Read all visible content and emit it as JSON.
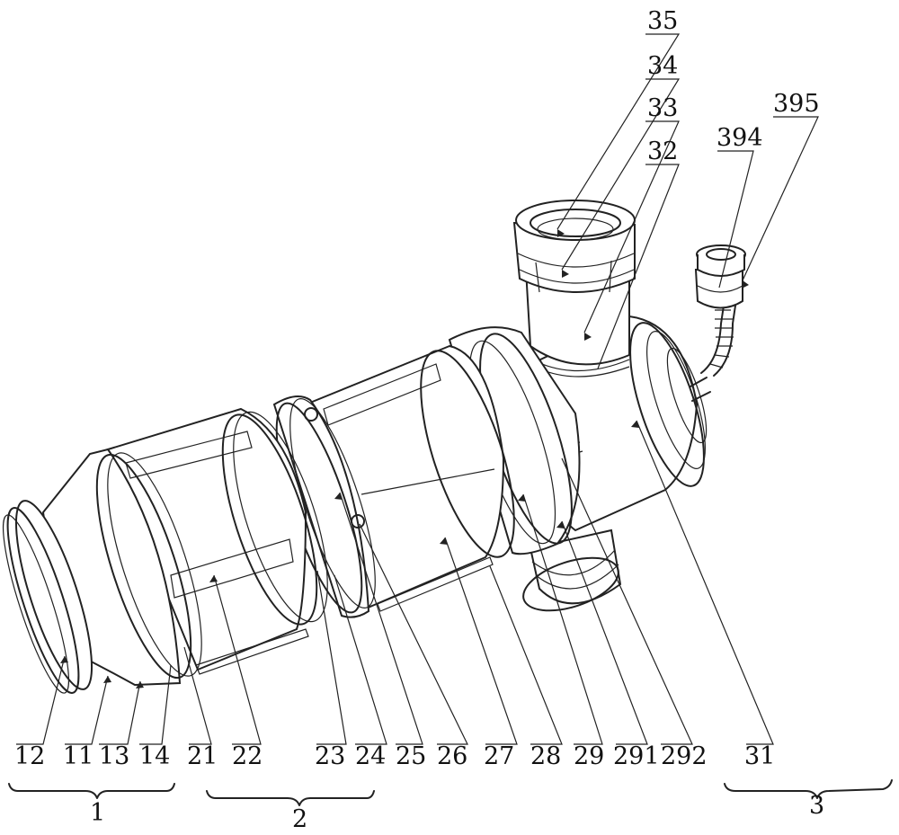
{
  "labels": {
    "l12": "12",
    "l11": "11",
    "l13": "13",
    "l14": "14",
    "l21": "21",
    "l22": "22",
    "l23": "23",
    "l24": "24",
    "l25": "25",
    "l26": "26",
    "l27": "27",
    "l28": "28",
    "l29": "29",
    "l291": "291",
    "l292": "292",
    "l31": "31",
    "l32": "32",
    "l33": "33",
    "l34": "34",
    "l35": "35",
    "l394": "394",
    "l395": "395"
  },
  "groups": {
    "g1": "1",
    "g2": "2",
    "g3": "3"
  }
}
